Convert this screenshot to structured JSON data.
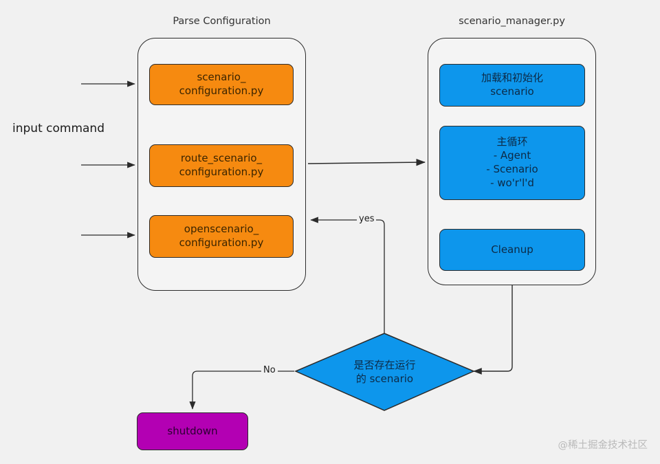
{
  "diagram": {
    "background_color": "#f1f1f1",
    "stroke_color": "#2b2b2b",
    "colors": {
      "orange": "#f68a10",
      "blue": "#0d96ec",
      "purple": "#b300b3",
      "group_fill": "#f4f4f4"
    }
  },
  "labels": {
    "input_command": "input command",
    "watermark": "@稀土掘金技术社区"
  },
  "groups": [
    {
      "id": "parse-configuration",
      "title": "Parse Configuration",
      "nodes": [
        {
          "id": "scenario-configuration",
          "line1": "scenario_",
          "line2": "configuration.py"
        },
        {
          "id": "route-scenario-configuration",
          "line1": "route_scenario_",
          "line2": "configuration.py"
        },
        {
          "id": "openscenario-configuration",
          "line1": "openscenario_",
          "line2": "configuration.py"
        }
      ]
    },
    {
      "id": "scenario-manager",
      "title": "scenario_manager.py",
      "nodes": [
        {
          "id": "load-init-scenario",
          "line1": "加载和初始化",
          "line2": "scenario"
        },
        {
          "id": "main-loop",
          "line1": "主循环",
          "line2": "- Agent",
          "line3": "- Scenario",
          "line4": "- wo'r'l'd"
        },
        {
          "id": "cleanup",
          "line1": "Cleanup"
        }
      ]
    }
  ],
  "decision": {
    "id": "running-scenario-check",
    "line1": "是否存在运行",
    "line2": "的 scenario",
    "branch_yes": "yes",
    "branch_no": "No"
  },
  "terminal": {
    "id": "shutdown",
    "label": "shutdown"
  }
}
